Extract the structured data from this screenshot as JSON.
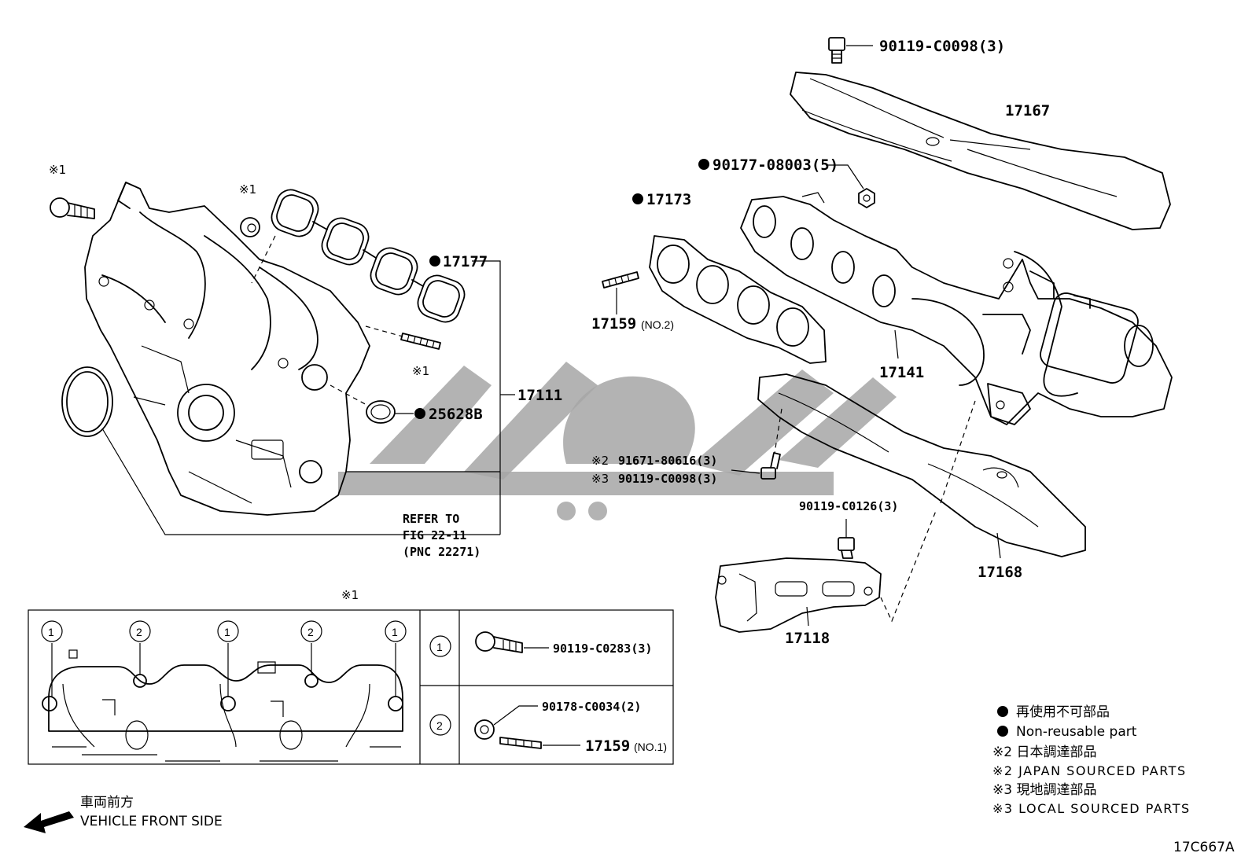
{
  "labels": {
    "p90119_c0098_top": "90119-C0098(3)",
    "p17167": "17167",
    "p90177_08003": "90177-08003(5)",
    "p17173": "17173",
    "p17177": "17177",
    "p17159_no2": "17159",
    "no2": "(NO.2)",
    "p17141": "17141",
    "p17111": "17111",
    "p25628b": "25628B",
    "x1_mark": "※1",
    "x2_mark": "※2",
    "x3_mark": "※3",
    "p91671_80616": "91671-80616(3)",
    "p90119_c0098_mid": "90119-C0098(3)",
    "p90119_c0126": "90119-C0126(3)",
    "p17168": "17168",
    "p17118": "17118",
    "refer_line1": "REFER TO",
    "refer_line2": "FIG 22-11",
    "refer_line3": "(PNC 22271)"
  },
  "inset": {
    "header_mark": "※1",
    "rows": [
      {
        "num": "1",
        "part": "90119-C0283(3)"
      },
      {
        "num": "2",
        "part_a": "90178-C0034(2)",
        "part_b": "17159",
        "part_b_suffix": "(NO.1)"
      }
    ],
    "position_numbers": [
      "1",
      "2",
      "1",
      "2",
      "1"
    ]
  },
  "legend": {
    "non_reusable_jp": "再使用不可部品",
    "non_reusable_en": "Non-reusable part",
    "x2_jp": "※2 日本調達部品",
    "x2_en": "※2 JAPAN SOURCED PARTS",
    "x3_jp": "※3 現地調達部品",
    "x3_en": "※3 LOCAL SOURCED PARTS"
  },
  "direction": {
    "jp": "車両前方",
    "en": "VEHICLE FRONT SIDE"
  },
  "figure_id": "17C667A",
  "icons": [
    "non-reusable-dot",
    "front-direction-arrow"
  ]
}
